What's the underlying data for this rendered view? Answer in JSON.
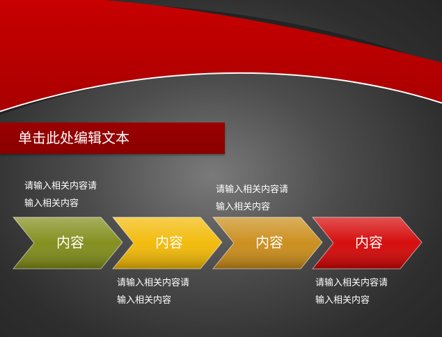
{
  "slide": {
    "title": "单击此处编辑文本",
    "steps": [
      {
        "label": "内容",
        "color": "#7e8a14"
      },
      {
        "label": "内容",
        "color": "#f2b800"
      },
      {
        "label": "内容",
        "color": "#c98a14"
      },
      {
        "label": "内容",
        "color": "#d40000"
      }
    ],
    "captions": [
      {
        "line1": "请输入相关内容请",
        "line2": "输入相关内容"
      },
      {
        "line1": "请输入相关内容请",
        "line2": "输入相关内容"
      },
      {
        "line1": "请输入相关内容请",
        "line2": "输入相关内容"
      },
      {
        "line1": "请输入相关内容请",
        "line2": "输入相关内容"
      }
    ]
  }
}
